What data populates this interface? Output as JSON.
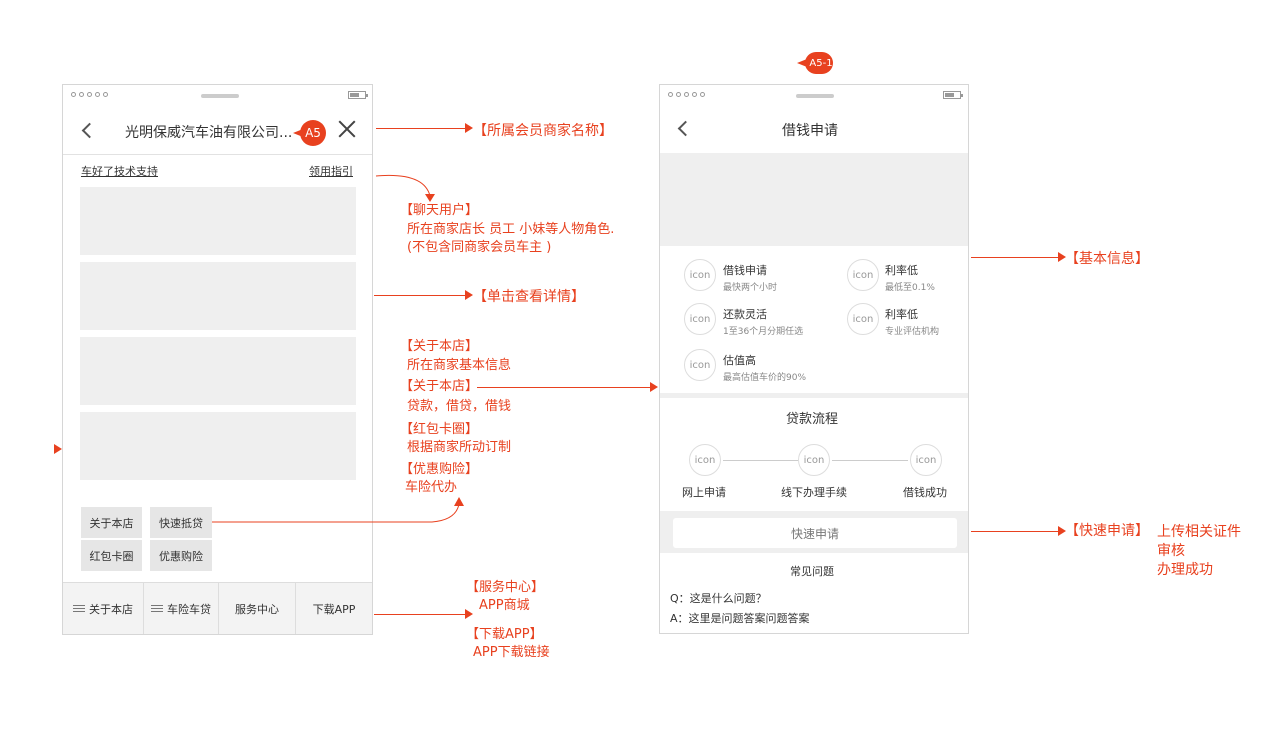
{
  "badges": {
    "a5": "A5",
    "a5_1": "A5-1"
  },
  "left_phone": {
    "title": "光明保威汽车油有限公司...",
    "subbar_left": "车好了技术支持",
    "subbar_right": "领用指引",
    "buttons": [
      "关于本店",
      "快速抵贷",
      "红包卡圈",
      "优惠购险"
    ],
    "tabs": [
      "关于本店",
      "车险车贷",
      "服务中心",
      "下载APP"
    ]
  },
  "right_phone": {
    "title": "借钱申请",
    "features": [
      {
        "icon": "icon",
        "title": "借钱申请",
        "sub": "最快两个小时"
      },
      {
        "icon": "icon",
        "title": "利率低",
        "sub": "最低至0.1%"
      },
      {
        "icon": "icon",
        "title": "还款灵活",
        "sub": "1至36个月分期任选"
      },
      {
        "icon": "icon",
        "title": "利率低",
        "sub": "专业评估机构"
      },
      {
        "icon": "icon",
        "title": "估值高",
        "sub": "最高估值车价的90%"
      }
    ],
    "process_title": "贷款流程",
    "process_steps": [
      {
        "icon": "icon",
        "label": "网上申请"
      },
      {
        "icon": "icon",
        "label": "线下办理手续"
      },
      {
        "icon": "icon",
        "label": "借钱成功"
      }
    ],
    "apply_button": "快速申请",
    "faq_title": "常见问题",
    "faq_q": "Q：这是什么问题？",
    "faq_a": "A：这里是问题答案问题答案"
  },
  "annotations": {
    "merchant_name": "【所属会员商家名称】",
    "chat_user": [
      "【聊天用户】",
      "所在商家店长 员工 小妹等人物角色.",
      "(不包含同商家会员车主 )"
    ],
    "click_detail": "【单击查看详情】",
    "menu_desc": [
      "【关于本店】",
      "所在商家基本信息",
      "【关于本店】",
      "贷款，借贷，借钱",
      "【红包卡圈】",
      "根据商家所动订制",
      "【优惠购险】",
      "车险代办"
    ],
    "service_center": [
      "【服务中心】",
      "APP商城",
      "【下载APP】",
      "APP下载链接"
    ],
    "basic_info": "【基本信息】",
    "quick_apply": [
      "【快速申请】",
      "上传相关证件",
      "审核",
      "办理成功"
    ]
  },
  "colors": {
    "accent": "#e8411f",
    "placeholder": "#efefef"
  }
}
